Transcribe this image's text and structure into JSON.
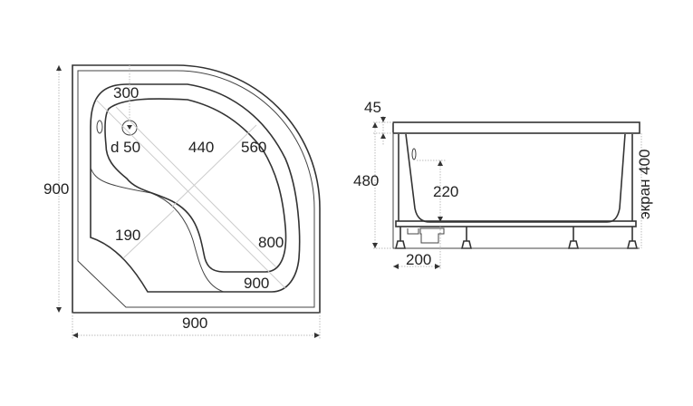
{
  "top_view": {
    "width_label": "900",
    "height_label": "900",
    "diag_outer_label": "900",
    "diag_inner_label": "800",
    "seat_width_label": "300",
    "drain_label": "d 50",
    "basin_width_label": "440",
    "rim_width_label": "560",
    "narrow_width_label": "190"
  },
  "side_view": {
    "rim_thickness_label": "45",
    "total_height_label": "480",
    "depth_label": "220",
    "drain_offset_label": "200",
    "screen_label": "экран 400"
  }
}
